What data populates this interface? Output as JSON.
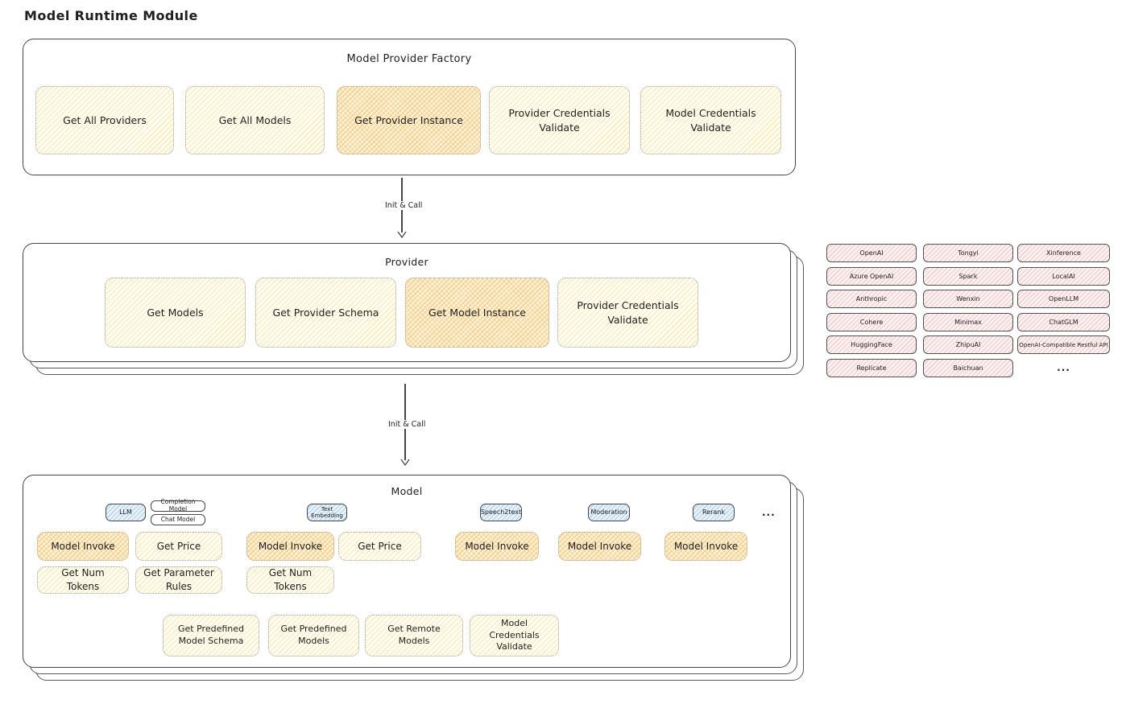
{
  "title": "Model Runtime Module",
  "factory": {
    "title": "Model Provider Factory",
    "nodes": [
      {
        "label": "Get All Providers",
        "highlight": false
      },
      {
        "label": "Get All Models",
        "highlight": false
      },
      {
        "label": "Get Provider Instance",
        "highlight": true
      },
      {
        "label": "Provider Credentials Validate",
        "highlight": false
      },
      {
        "label": "Model Credentials Validate",
        "highlight": false
      }
    ]
  },
  "arrows": {
    "first": "Init & Call",
    "second": "Init & Call"
  },
  "provider": {
    "title": "Provider",
    "nodes": [
      {
        "label": "Get Models",
        "highlight": false
      },
      {
        "label": "Get Provider Schema",
        "highlight": false
      },
      {
        "label": "Get Model Instance",
        "highlight": true
      },
      {
        "label": "Provider Credentials Validate",
        "highlight": false
      }
    ]
  },
  "providers_grid": {
    "rows": [
      [
        "OpenAI",
        "Tongyi",
        "Xinference"
      ],
      [
        "Azure OpenAI",
        "Spark",
        "LocalAI"
      ],
      [
        "Anthropic",
        "Wenxin",
        "OpenLLM"
      ],
      [
        "Cohere",
        "Minimax",
        "ChatGLM"
      ],
      [
        "HuggingFace",
        "ZhipuAI",
        "OpenAI-Compatible Restful API"
      ],
      [
        "Replicate",
        "Baichuan",
        "..."
      ]
    ]
  },
  "model": {
    "title": "Model",
    "tabs": {
      "llm": "LLM",
      "completion_model": "Completion Model",
      "chat_model": "Chat Model",
      "text_embedding": "Text Embedding",
      "speech2text": "Speech2text",
      "moderation": "Moderation",
      "rerank": "Rerank",
      "more": "..."
    },
    "llm_ops": {
      "model_invoke": "Model Invoke",
      "get_price": "Get Price",
      "get_num_tokens": "Get Num Tokens",
      "get_parameter_rules": "Get Parameter Rules"
    },
    "text_embedding_ops": {
      "model_invoke": "Model Invoke",
      "get_price": "Get Price",
      "get_num_tokens": "Get Num Tokens"
    },
    "speech2text_ops": {
      "model_invoke": "Model Invoke"
    },
    "moderation_ops": {
      "model_invoke": "Model Invoke"
    },
    "rerank_ops": {
      "model_invoke": "Model Invoke"
    },
    "common_ops": [
      "Get Predefined Model Schema",
      "Get Predefined Models",
      "Get Remote Models",
      "Model Credentials Validate"
    ]
  },
  "colors": {
    "yellow_fill": "#fff9db",
    "orange_fill": "#ffd8a8",
    "pink_fill": "#ffc9c9",
    "blue_fill": "#a5d8ff",
    "stroke": "#44474a"
  }
}
